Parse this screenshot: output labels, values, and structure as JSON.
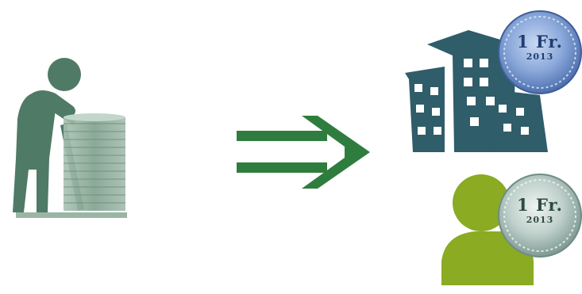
{
  "coin_top": {
    "denomination": "1 Fr.",
    "year": "2013"
  },
  "coin_bottom": {
    "denomination": "1 Fr.",
    "year": "2013"
  },
  "colors": {
    "elder": "#4f7a66",
    "coin_stack": "#8fae9b",
    "arrow": "#2f7d3e",
    "building": "#2f5d6a",
    "person": "#8aab22",
    "coin_blue": "#7f9fd2",
    "coin_silver": "#b8c9c4"
  },
  "icons": [
    "elderly-person-icon",
    "coin-stack-icon",
    "double-arrow-icon",
    "buildings-icon",
    "person-icon",
    "swiss-franc-coin-icon"
  ]
}
